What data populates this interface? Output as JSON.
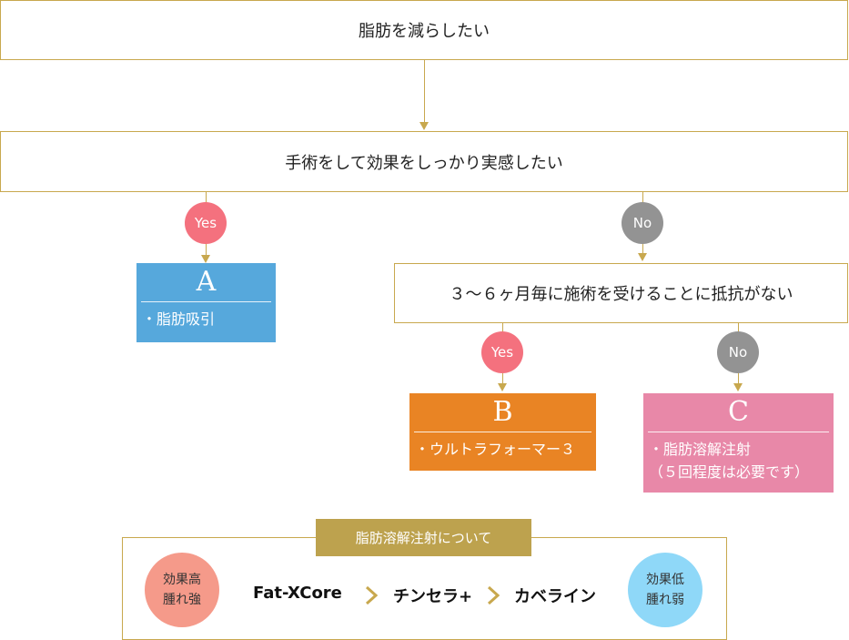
{
  "q1": "脂肪を減らしたい",
  "q2": "手術をして効果をしっかり実感したい",
  "q3": "３〜６ヶ月毎に施術を受けることに抵抗がない",
  "branches": {
    "yes": "Yes",
    "no": "No"
  },
  "results": [
    {
      "letter": "A",
      "desc": "・脂肪吸引",
      "color": "#56a8dc"
    },
    {
      "letter": "B",
      "desc": "・ウルトラフォーマー３",
      "color": "#e98424"
    },
    {
      "letter": "C",
      "desc": "・脂肪溶解注射\n（５回程度は必要です）",
      "color": "#e888a8"
    }
  ],
  "injection": {
    "title": "脂肪溶解注射について",
    "high": "効果高\n腫れ強",
    "low": "効果低\n腫れ弱",
    "products": [
      "Fat-XCore",
      "チンセラ+",
      "カベライン"
    ]
  },
  "colors": {
    "line": "#c8a84e",
    "yes": "#f4717e",
    "no": "#939393",
    "title_bg": "#bda24e",
    "high_bg": "#f59a8a",
    "low_bg": "#8fd8f8"
  }
}
